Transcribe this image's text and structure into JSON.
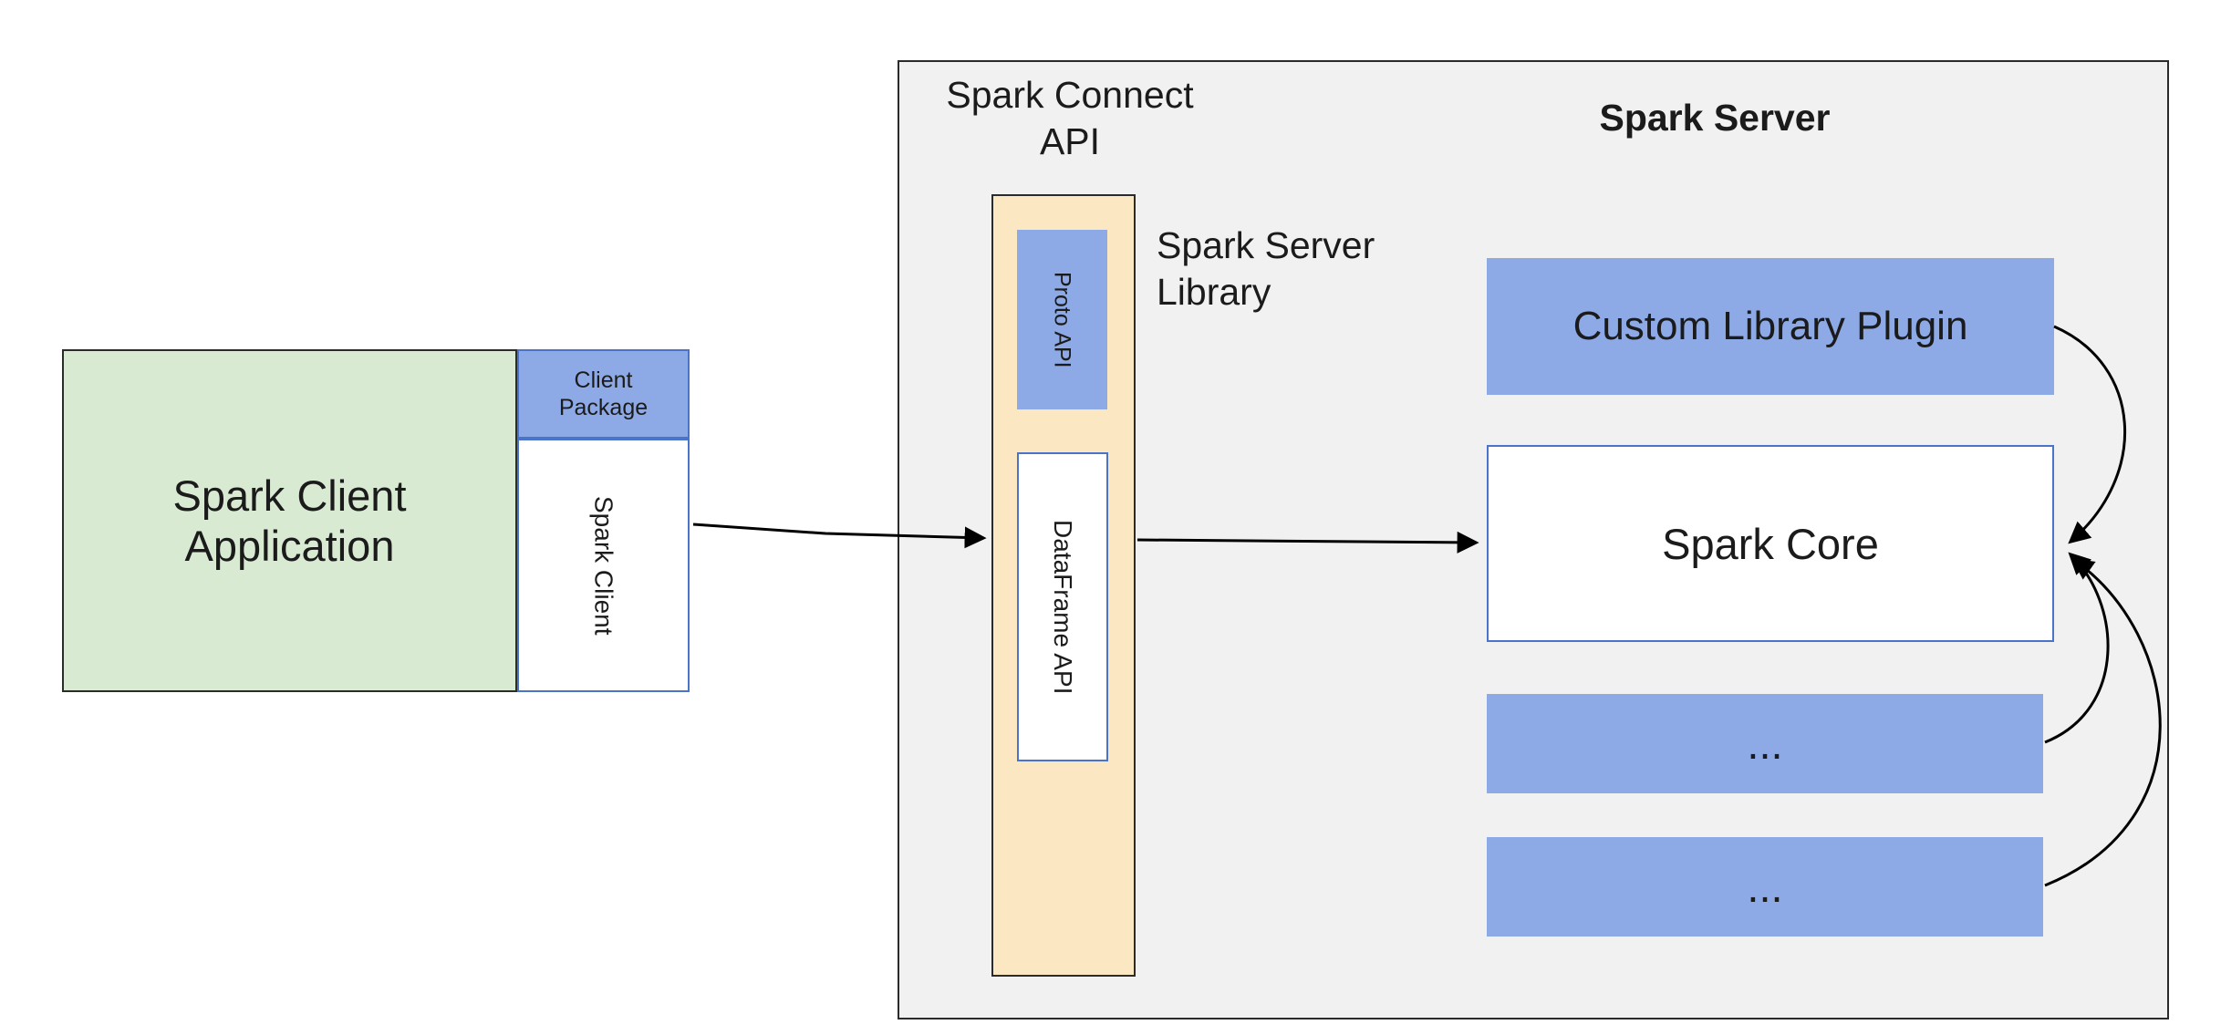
{
  "colors": {
    "green_fill": "#d9ead3",
    "blue_fill": "#8da9e6",
    "yellow_fill": "#fbe8c2",
    "gray_fill": "#f1f1f2",
    "blue_border": "#4a74c9",
    "dark_border": "#2b2b2b"
  },
  "client_app": {
    "label": "Spark Client Application"
  },
  "client_package": {
    "label": "Client Package"
  },
  "spark_client": {
    "label": "Spark Client"
  },
  "connect_api": {
    "title": "Spark Connect API"
  },
  "proto_api": {
    "label": "Proto API"
  },
  "dataframe_api": {
    "label": "DataFrame API"
  },
  "server_library": {
    "label": "Spark Server Library"
  },
  "spark_server": {
    "title": "Spark Server"
  },
  "plugin": {
    "label": "Custom Library Plugin"
  },
  "spark_core": {
    "label": "Spark Core"
  },
  "ellipsis_box_1": {
    "label": "..."
  },
  "ellipsis_box_2": {
    "label": "..."
  }
}
